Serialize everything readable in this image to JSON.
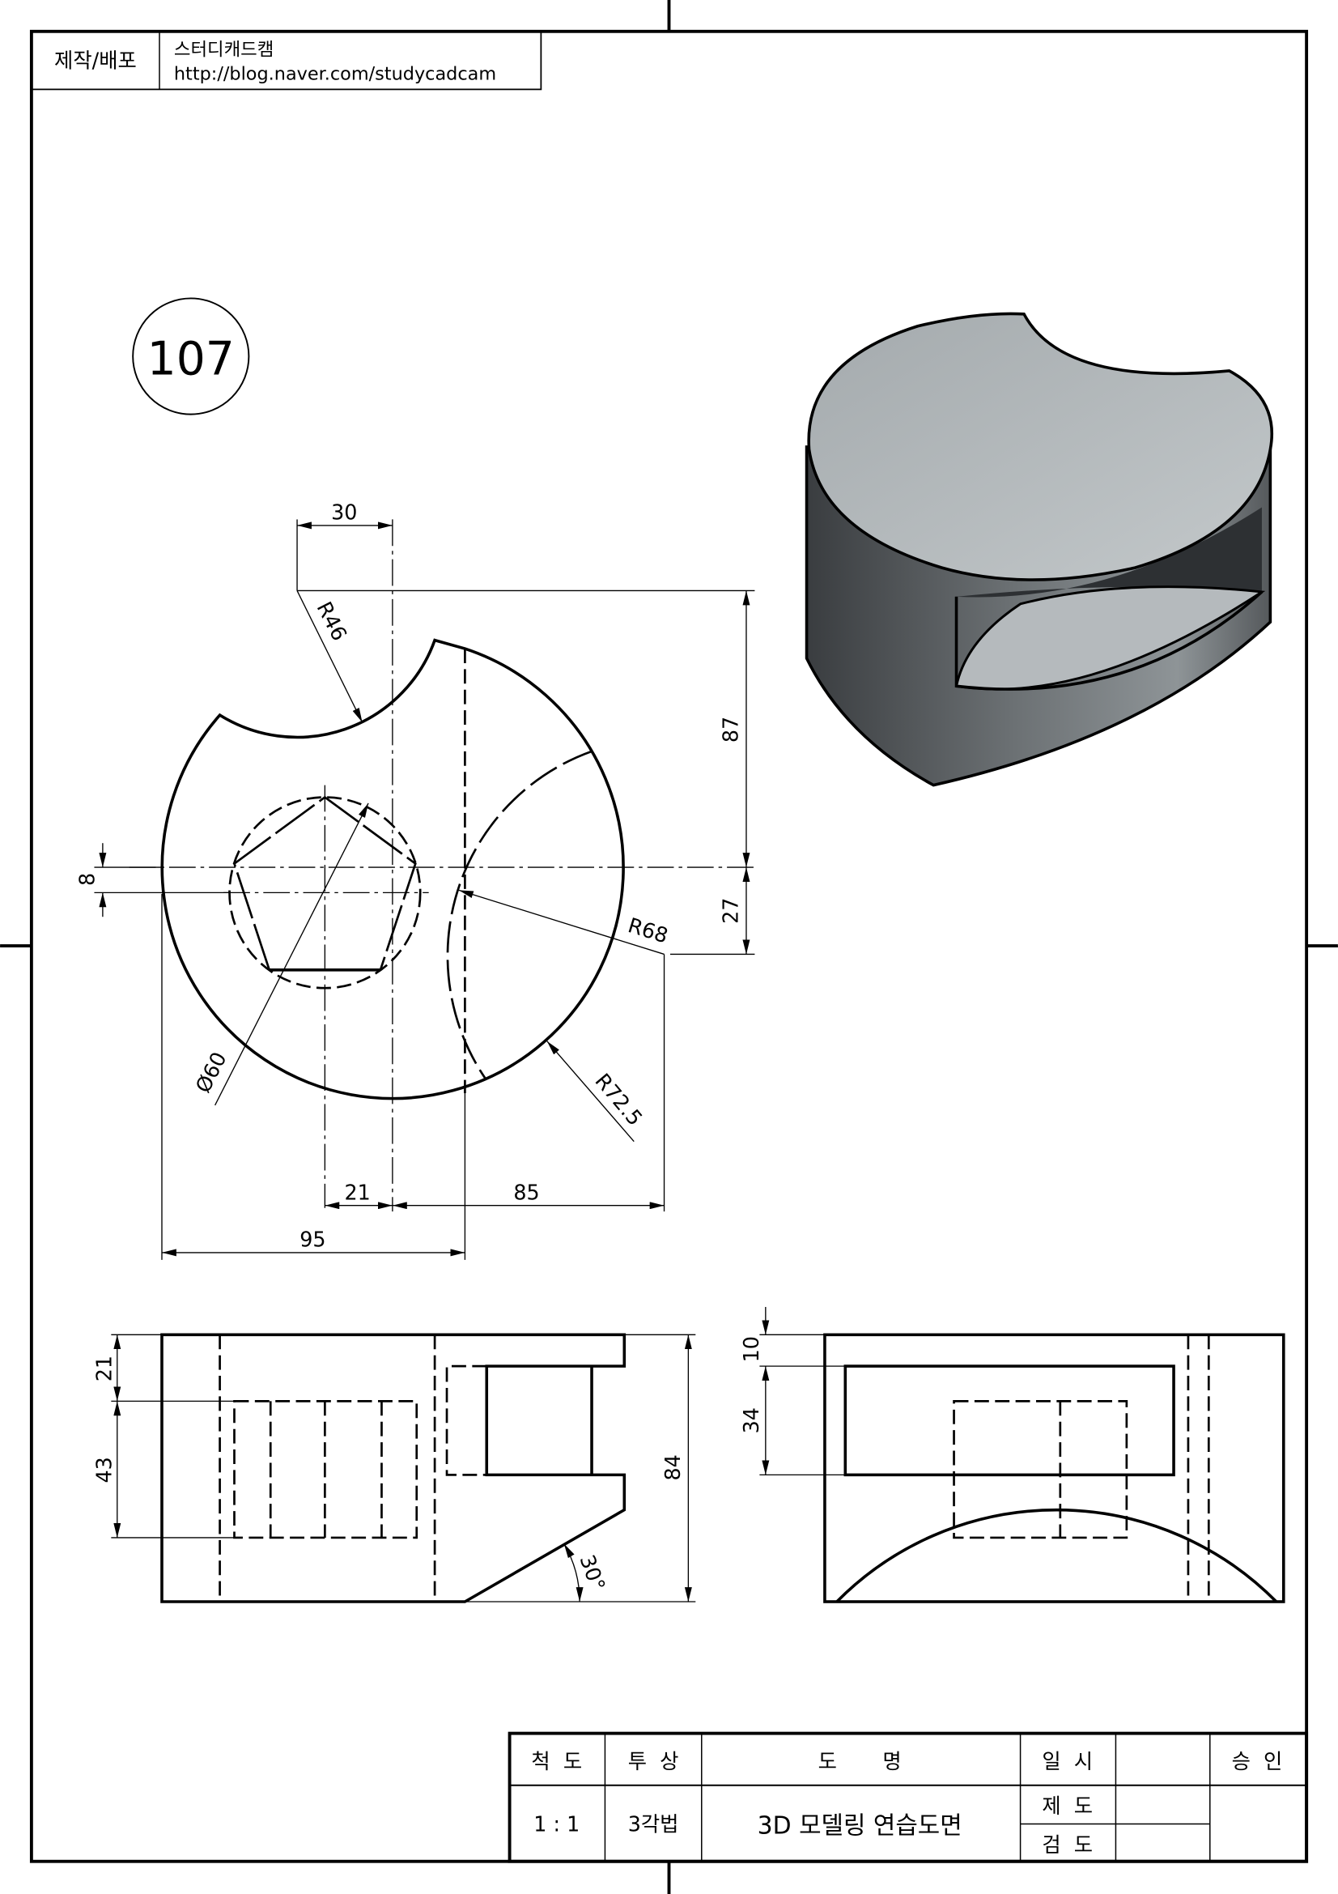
{
  "header": {
    "label": "제작/배포",
    "author": "스터디캐드캠",
    "url": "http://blog.naver.com/studycadcam"
  },
  "drawing_number": "107",
  "dimensions": {
    "top_view": {
      "d30": "30",
      "r46": "R46",
      "d87": "87",
      "d8": "8",
      "d27": "27",
      "r68": "R68",
      "phi60": "Ø60",
      "r72_5": "R72.5",
      "d21": "21",
      "d85": "85",
      "d95": "95"
    },
    "front_view": {
      "d21": "21",
      "d43": "43",
      "d84": "84",
      "angle30": "30°"
    },
    "side_view": {
      "d10": "10",
      "d34": "34"
    }
  },
  "title_block": {
    "scale_label": "척  도",
    "scale_value": "1 : 1",
    "projection_label": "투  상",
    "projection_value": "3각법",
    "name_label": "도       명",
    "name_value": "3D 모델링 연습도면",
    "date_label": "일  시",
    "drafted_label": "제  도",
    "checked_label": "검  도",
    "approval_label": "승  인"
  }
}
